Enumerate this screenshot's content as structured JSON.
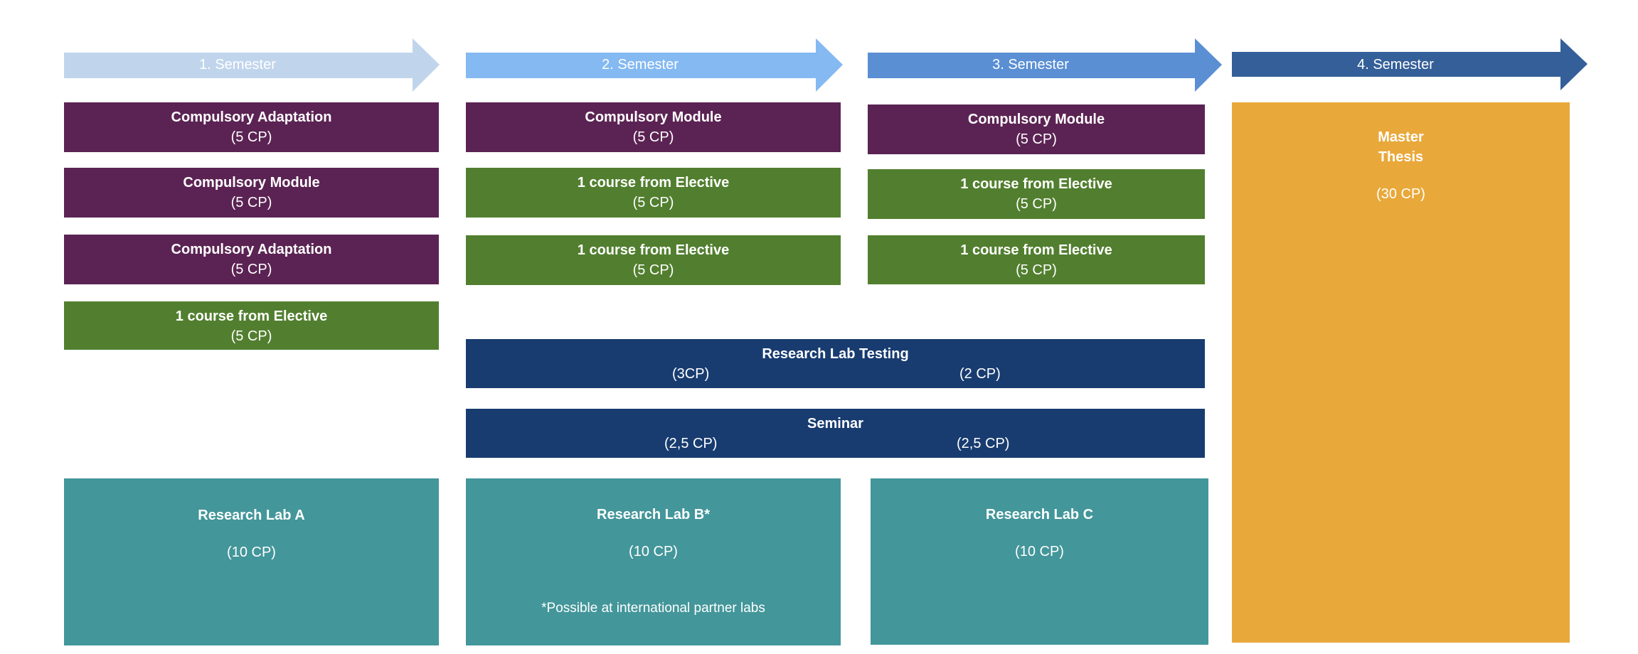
{
  "semesters": [
    {
      "label": "1. Semester",
      "color": "#c0d5ec"
    },
    {
      "label": "2. Semester",
      "color": "#84b9f2"
    },
    {
      "label": "3. Semester",
      "color": "#5a8fd4"
    },
    {
      "label": "4. Semester",
      "color": "#345f98"
    }
  ],
  "col1": [
    {
      "title": "Compulsory Adaptation",
      "cp": "(5 CP)"
    },
    {
      "title": "Compulsory Module",
      "cp": "(5 CP)"
    },
    {
      "title": "Compulsory Adaptation",
      "cp": "(5 CP)"
    },
    {
      "title": "1 course from  Elective",
      "cp": "(5 CP)"
    }
  ],
  "col2": [
    {
      "title": "Compulsory Module",
      "cp": "(5 CP)"
    },
    {
      "title": "1 course from Elective",
      "cp": "(5 CP)"
    },
    {
      "title": "1 course from Elective",
      "cp": "(5 CP)"
    }
  ],
  "col3": [
    {
      "title": "Compulsory Module",
      "cp": "(5 CP)"
    },
    {
      "title": "1 course from Elective",
      "cp": "(5 CP)"
    },
    {
      "title": "1 course from Elective",
      "cp": "(5 CP)"
    }
  ],
  "research_testing": {
    "title": "Research Lab Testing",
    "cp_left": "(3CP)",
    "cp_right": "(2 CP)"
  },
  "seminar": {
    "title": "Seminar",
    "cp_left": "(2,5 CP)",
    "cp_right": "(2,5 CP)"
  },
  "labs": [
    {
      "title": "Research Lab A",
      "cp": "(10 CP)",
      "note": ""
    },
    {
      "title": "Research Lab B*",
      "cp": "(10 CP)",
      "note": "*Possible at international partner labs"
    },
    {
      "title": "Research Lab C",
      "cp": "(10 CP)",
      "note": ""
    }
  ],
  "thesis": {
    "line1": "Master",
    "line2": "Thesis",
    "cp": "(30 CP)"
  }
}
